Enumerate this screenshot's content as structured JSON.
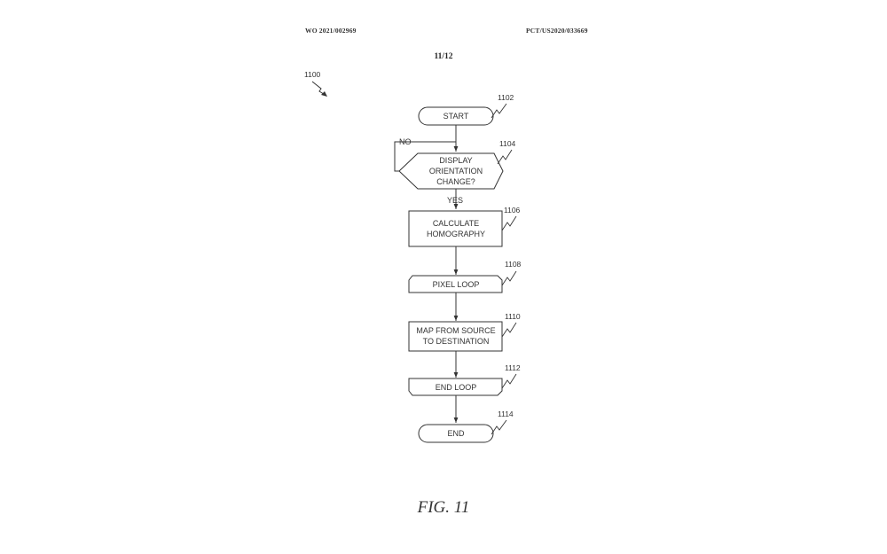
{
  "header": {
    "left": "WO 2021/002969",
    "right": "PCT/US2020/033669",
    "sheet": "11/12"
  },
  "figure": {
    "ref": "1100",
    "label": "FIG. 11",
    "nodes": {
      "start": {
        "ref": "1102",
        "lines": [
          "START"
        ]
      },
      "decision": {
        "ref": "1104",
        "lines": [
          "DISPLAY",
          "ORIENTATION",
          "CHANGE?"
        ]
      },
      "homography": {
        "ref": "1106",
        "lines": [
          "CALCULATE",
          "HOMOGRAPHY"
        ]
      },
      "pixel_loop": {
        "ref": "1108",
        "lines": [
          "PIXEL LOOP"
        ]
      },
      "map": {
        "ref": "1110",
        "lines": [
          "MAP FROM SOURCE",
          "TO DESTINATION"
        ]
      },
      "end_loop": {
        "ref": "1112",
        "lines": [
          "END LOOP"
        ]
      },
      "end": {
        "ref": "1114",
        "lines": [
          "END"
        ]
      }
    },
    "edge_labels": {
      "no": "NO",
      "yes": "YES"
    }
  }
}
